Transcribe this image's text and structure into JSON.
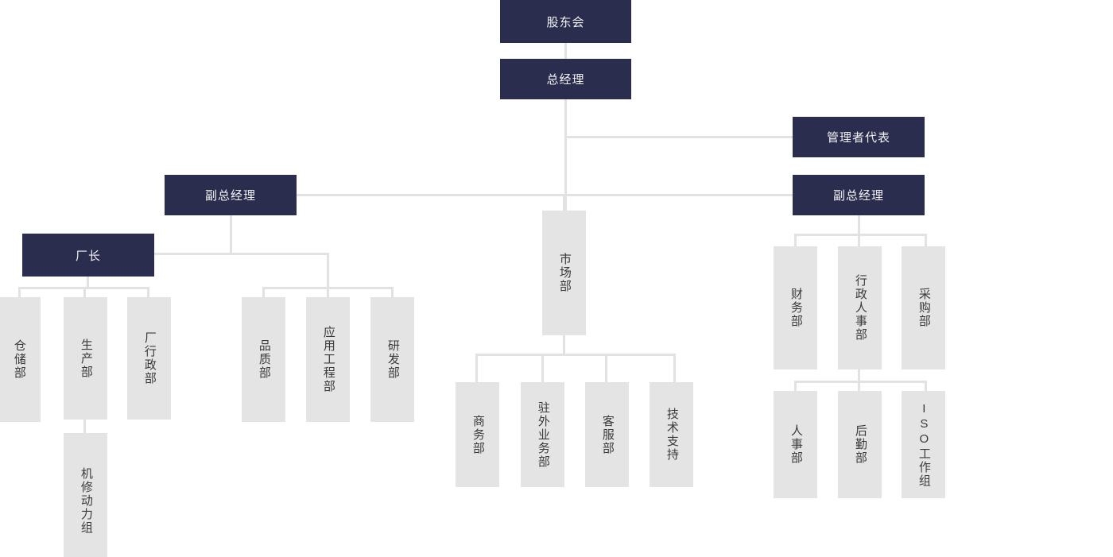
{
  "chart_title": "",
  "palette": {
    "executive_box": "#2b2d4f",
    "executive_text": "#f2f2f4",
    "department_box": "#e4e4e4",
    "department_text": "#3a3a3a",
    "connector": "#e2e2e2",
    "background": "#ffffff"
  },
  "nodes": {
    "shareholders": {
      "label": "股东会",
      "level": "executive"
    },
    "general_manager": {
      "label": "总经理",
      "level": "executive"
    },
    "management_rep": {
      "label": "管理者代表",
      "level": "executive"
    },
    "deputy_gm_left": {
      "label": "副总经理",
      "level": "executive"
    },
    "deputy_gm_right": {
      "label": "副总经理",
      "level": "executive"
    },
    "factory_director": {
      "label": "厂长",
      "level": "executive"
    },
    "warehouse": {
      "label": "仓储部",
      "level": "department"
    },
    "production": {
      "label": "生产部",
      "level": "department"
    },
    "factory_admin": {
      "label": "厂行政部",
      "level": "department"
    },
    "machine_repair": {
      "label": "机修动力组",
      "level": "department"
    },
    "quality": {
      "label": "品质部",
      "level": "department"
    },
    "application_engineering": {
      "label": "应用工程部",
      "level": "department"
    },
    "research_development": {
      "label": "研发部",
      "level": "department"
    },
    "marketing": {
      "label": "市场部",
      "level": "department"
    },
    "business": {
      "label": "商务部",
      "level": "department"
    },
    "field_sales": {
      "label": "驻外业务部",
      "level": "department"
    },
    "customer_service": {
      "label": "客服部",
      "level": "department"
    },
    "technical_support": {
      "label": "技术支持",
      "level": "department"
    },
    "finance": {
      "label": "财务部",
      "level": "department"
    },
    "admin_hr": {
      "label": "行政人事部",
      "level": "department"
    },
    "procurement": {
      "label": "采购部",
      "level": "department"
    },
    "human_resources": {
      "label": "人事部",
      "level": "department"
    },
    "logistics": {
      "label": "后勤部",
      "level": "department"
    },
    "iso_group": {
      "label": "ISO工作组",
      "level": "department"
    }
  }
}
